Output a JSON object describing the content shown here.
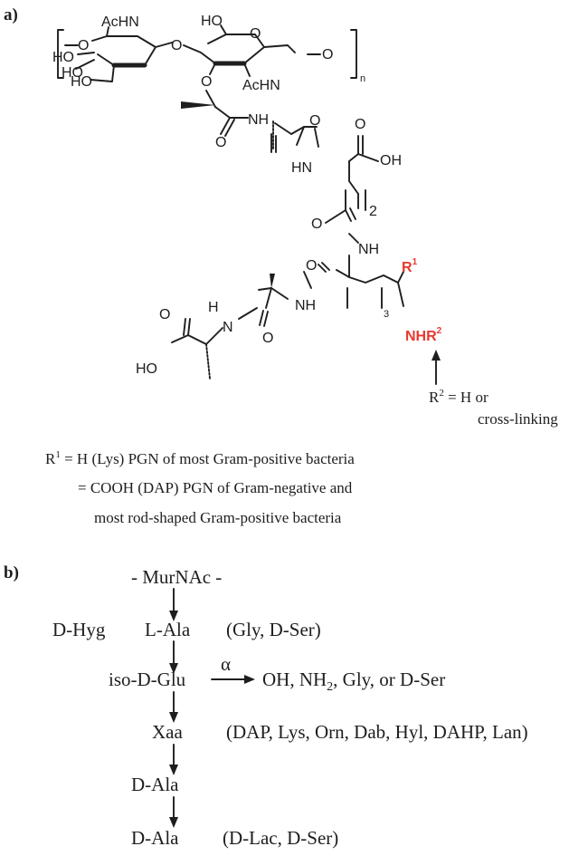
{
  "panel_a": {
    "label": "a)",
    "atoms": {
      "achn_top": "AcHN",
      "ho_top": "HO",
      "o_left": "O",
      "ho_left1": "HO",
      "ho_left2": "HO",
      "o_link": "O",
      "o_ring": "O",
      "o_right": "O",
      "o_lactyl": "O",
      "achn_bottom": "AcHN",
      "repeat_n": "n",
      "nh_1": "NH",
      "o_1": "O",
      "o_2": "O",
      "hn_1": "HN",
      "cooh_o": "O",
      "cooh_oh": "OH",
      "chain_2": "2",
      "o_3": "O",
      "nh_2": "NH",
      "o_4": "O",
      "nh_3": "NH",
      "chain_3": "3",
      "r1": "R",
      "r1_sup": "1",
      "nhr2": "NHR",
      "nhr2_sup": "2",
      "h_amide": "H",
      "n_amide": "N",
      "o_5": "O",
      "o_6": "O",
      "ho_end": "HO"
    },
    "r2_note_prefix": "R",
    "r2_note_sup": "2",
    "r2_note_rest": " = H or",
    "r2_note_line2": "cross-linking",
    "legend": {
      "r1_prefix": "R",
      "r1_sup": "1",
      "line1_rest": " = H (Lys) PGN of most Gram-positive bacteria",
      "line2": "= COOH (DAP) PGN of Gram-negative and",
      "line3": "most rod-shaped Gram-positive bacteria"
    }
  },
  "panel_b": {
    "label": "b)",
    "murnac": "- MurNAc -",
    "d_hyg": "D-Hyg",
    "l_ala": "L-Ala",
    "l_ala_alt": "(Gly, D-Ser)",
    "alpha": "α",
    "iso_d_glu": "iso-D-Glu",
    "glu_sub_prefix": "OH, NH",
    "glu_sub_sub": "2",
    "glu_sub_rest": ", Gly, or D-Ser",
    "xaa": "Xaa",
    "xaa_alt": "(DAP, Lys, Orn, Dab, Hyl, DAHP, Lan)",
    "d_ala_1": "D-Ala",
    "d_ala_2": "D-Ala",
    "d_ala_2_alt": "(D-Lac, D-Ser)"
  },
  "colors": {
    "ink": "#1e1e1e",
    "highlight": "#e8392e"
  }
}
